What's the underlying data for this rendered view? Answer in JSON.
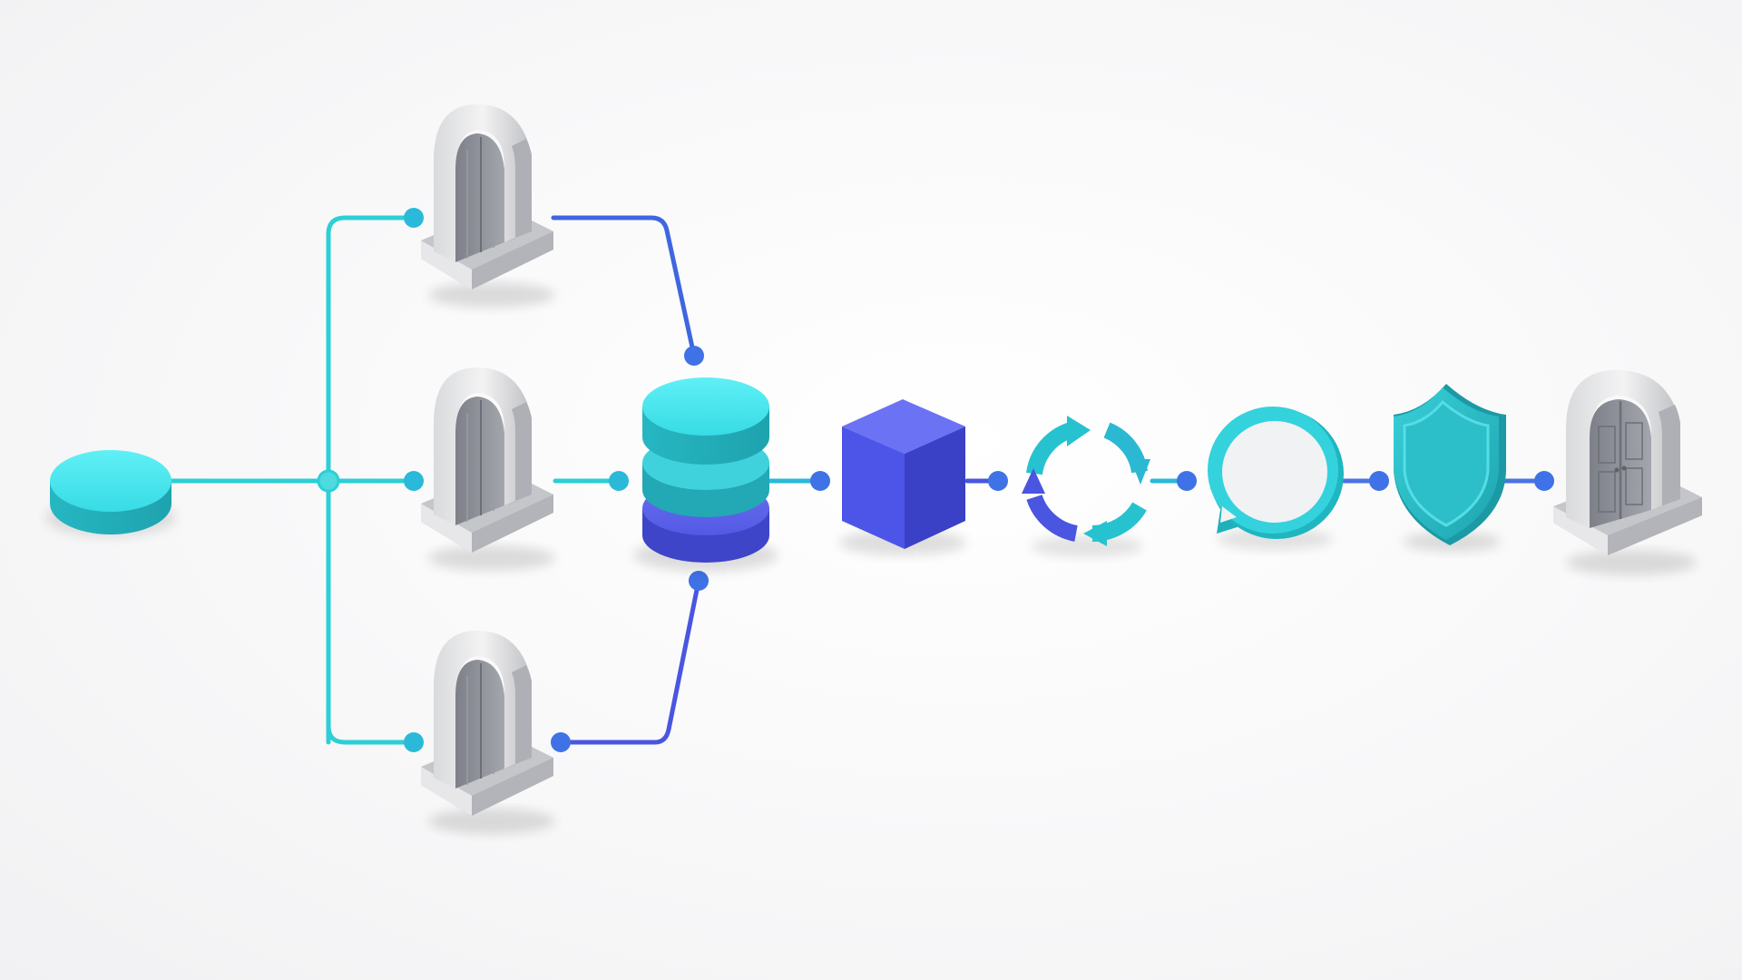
{
  "diagram": {
    "nodes": [
      {
        "id": "source-disc",
        "icon": "disc-icon",
        "color": "#2ccfd6"
      },
      {
        "id": "gateway-top",
        "icon": "arch-door-icon",
        "color": "#c9cacd"
      },
      {
        "id": "gateway-middle",
        "icon": "arch-door-icon",
        "color": "#c9cacd"
      },
      {
        "id": "gateway-bottom",
        "icon": "arch-door-icon",
        "color": "#c9cacd"
      },
      {
        "id": "database-stack",
        "icon": "database-icon",
        "colors": [
          "#34d8e4",
          "#2ac3cc",
          "#4f55dd"
        ]
      },
      {
        "id": "process-cube",
        "icon": "cube-icon",
        "color": "#4a52e6"
      },
      {
        "id": "sync-cycle",
        "icon": "refresh-cycle-icon",
        "colors": [
          "#27c2cf",
          "#4a55e0"
        ]
      },
      {
        "id": "message-bubble",
        "icon": "speech-bubble-icon",
        "color": "#27c7d2"
      },
      {
        "id": "security-shield",
        "icon": "shield-icon",
        "color": "#25bcc6"
      },
      {
        "id": "exit-door",
        "icon": "double-door-arch-icon",
        "color": "#c9cacd"
      }
    ],
    "edges": [
      {
        "from": "source-disc",
        "to": "gateway-top",
        "color": "#2ccfd6"
      },
      {
        "from": "source-disc",
        "to": "gateway-middle",
        "color": "#2ccfd6"
      },
      {
        "from": "source-disc",
        "to": "gateway-bottom",
        "color": "#2ccfd6"
      },
      {
        "from": "gateway-top",
        "to": "database-stack",
        "color": "#3f66e0"
      },
      {
        "from": "gateway-middle",
        "to": "database-stack",
        "color": "#2ccfd6"
      },
      {
        "from": "gateway-bottom",
        "to": "database-stack",
        "color": "#4a55e0"
      },
      {
        "from": "database-stack",
        "to": "process-cube",
        "color": "#2ab9d8"
      },
      {
        "from": "process-cube",
        "to": "sync-cycle",
        "color": "#4a55e0"
      },
      {
        "from": "sync-cycle",
        "to": "message-bubble",
        "color": "#2ab9d8"
      },
      {
        "from": "message-bubble",
        "to": "security-shield",
        "color": "#4a74e4"
      },
      {
        "from": "security-shield",
        "to": "exit-door",
        "color": "#4a74e4"
      }
    ],
    "palette": {
      "cyan": "#2ccfd6",
      "blue": "#4a55e0",
      "connector_dot": "#3f72e6",
      "stone": "#c9cacd",
      "door": "#8c8f97",
      "background": "#f7f7f8"
    }
  }
}
